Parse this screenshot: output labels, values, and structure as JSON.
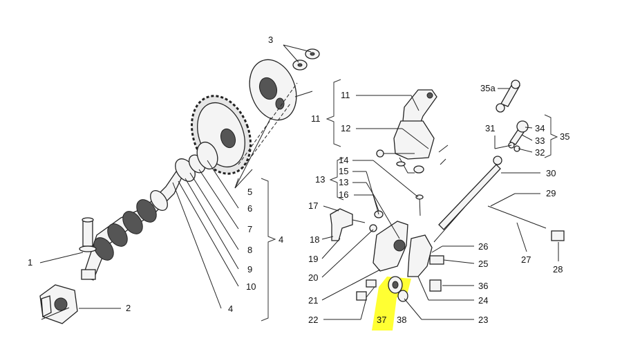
{
  "highlight_color": "#ffff33",
  "callouts": {
    "c1": "1",
    "c2": "2",
    "c3": "3",
    "c4a": "4",
    "c4b": "4",
    "c5": "5",
    "c6": "6",
    "c7": "7",
    "c8": "8",
    "c9": "9",
    "c10": "10",
    "c11a": "11",
    "c11b": "11",
    "c12": "12",
    "c13a": "13",
    "c13b": "13",
    "c14": "14",
    "c15": "15",
    "c16": "16",
    "c17": "17",
    "c18": "18",
    "c19": "19",
    "c20": "20",
    "c21": "21",
    "c22": "22",
    "c23": "23",
    "c24": "24",
    "c25": "25",
    "c26": "26",
    "c27": "27",
    "c28": "28",
    "c29": "29",
    "c30": "30",
    "c31": "31",
    "c32": "32",
    "c33": "33",
    "c34": "34",
    "c35": "35",
    "c35a": "35a",
    "c36": "36",
    "c37": "37",
    "c38": "38"
  }
}
